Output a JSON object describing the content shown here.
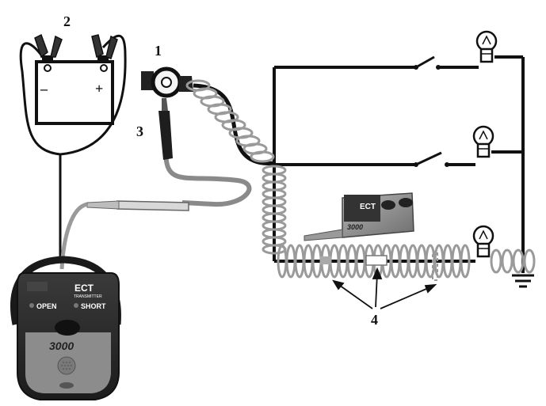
{
  "callouts": {
    "one": "1",
    "two": "2",
    "three": "3",
    "four": "4"
  },
  "battery": {
    "minus": "–",
    "plus": "+"
  },
  "transmitter": {
    "brand": "",
    "model": "ECT",
    "subtitle": "TRANSMITTER",
    "open_label": "OPEN",
    "short_label": "SHORT",
    "number": "3000"
  },
  "receiver": {
    "model": "ECT",
    "number": "3000"
  },
  "colors": {
    "wire": "#111111",
    "coil": "#9a9a9a",
    "case_dark": "#2a2a2a",
    "case_light": "#8c8c8c"
  }
}
